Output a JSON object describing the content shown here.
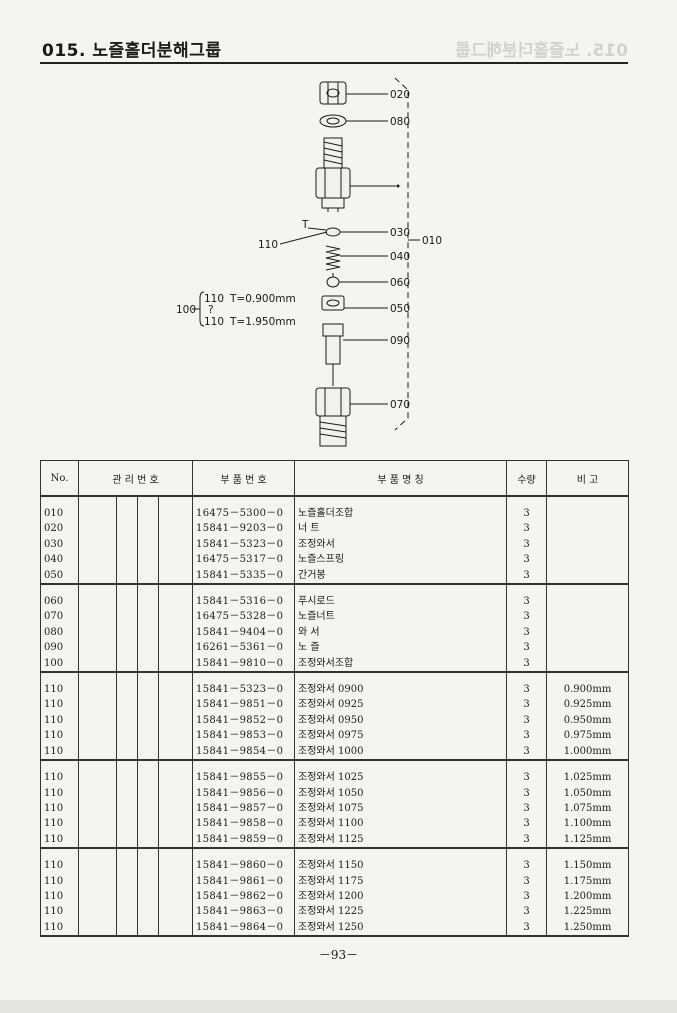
{
  "header": {
    "title": "015. 노즐홀더분해그룹"
  },
  "diagram": {
    "callouts": {
      "c020": "020",
      "c080": "080",
      "c030": "030",
      "c010": "010",
      "c040": "040",
      "c060": "060",
      "c050": "050",
      "c090": "090",
      "c070": "070",
      "c110": "110",
      "t_mark": "T",
      "c100": "100"
    },
    "thickness_notes": {
      "line1_code": "110",
      "line1_text": "T=0.900mm",
      "tilde": "?",
      "line2_code": "110",
      "line2_text": "T=1.950mm"
    }
  },
  "table": {
    "headers": {
      "no": "No.",
      "mgmt": "관 리 번 호",
      "part_number": "부 품 번 호",
      "part_name": "부 품 명 칭",
      "qty": "수량",
      "remark": "비 고"
    },
    "groups": [
      [
        {
          "no": "010",
          "pn": "16475－5300－0",
          "name": "노즐홀더조합",
          "qty": "3",
          "remark": ""
        },
        {
          "no": "020",
          "pn": "15841－9203－0",
          "name": "너 트",
          "qty": "3",
          "remark": ""
        },
        {
          "no": "030",
          "pn": "15841－5323－0",
          "name": "조정와서",
          "qty": "3",
          "remark": ""
        },
        {
          "no": "040",
          "pn": "16475－5317－0",
          "name": "노즐스프링",
          "qty": "3",
          "remark": ""
        },
        {
          "no": "050",
          "pn": "15841－5335－0",
          "name": "간거봉",
          "qty": "3",
          "remark": ""
        }
      ],
      [
        {
          "no": "060",
          "pn": "15841－5316－0",
          "name": "푸시로드",
          "qty": "3",
          "remark": ""
        },
        {
          "no": "070",
          "pn": "16475－5328－0",
          "name": "노즐너트",
          "qty": "3",
          "remark": ""
        },
        {
          "no": "080",
          "pn": "15841－9404－0",
          "name": "와 서",
          "qty": "3",
          "remark": ""
        },
        {
          "no": "090",
          "pn": "16261－5361－0",
          "name": "노 즐",
          "qty": "3",
          "remark": ""
        },
        {
          "no": "100",
          "pn": "15841－9810－0",
          "name": "조정와서조합",
          "qty": "3",
          "remark": ""
        }
      ],
      [
        {
          "no": "110",
          "pn": "15841－5323－0",
          "name": "조정와서 0900",
          "qty": "3",
          "remark": "0.900mm"
        },
        {
          "no": "110",
          "pn": "15841－9851－0",
          "name": "조정와서 0925",
          "qty": "3",
          "remark": "0.925mm"
        },
        {
          "no": "110",
          "pn": "15841－9852－0",
          "name": "조정와서 0950",
          "qty": "3",
          "remark": "0.950mm"
        },
        {
          "no": "110",
          "pn": "15841－9853－0",
          "name": "조정와서 0975",
          "qty": "3",
          "remark": "0.975mm"
        },
        {
          "no": "110",
          "pn": "15841－9854－0",
          "name": "조정와서 1000",
          "qty": "3",
          "remark": "1.000mm"
        }
      ],
      [
        {
          "no": "110",
          "pn": "15841－9855－0",
          "name": "조정와서 1025",
          "qty": "3",
          "remark": "1.025mm"
        },
        {
          "no": "110",
          "pn": "15841－9856－0",
          "name": "조정와서 1050",
          "qty": "3",
          "remark": "1.050mm"
        },
        {
          "no": "110",
          "pn": "15841－9857－0",
          "name": "조정와서 1075",
          "qty": "3",
          "remark": "1.075mm"
        },
        {
          "no": "110",
          "pn": "15841－9858－0",
          "name": "조정와서 1100",
          "qty": "3",
          "remark": "1.100mm"
        },
        {
          "no": "110",
          "pn": "15841－9859－0",
          "name": "조정와서 1125",
          "qty": "3",
          "remark": "1.125mm"
        }
      ],
      [
        {
          "no": "110",
          "pn": "15841－9860－0",
          "name": "조정와서 1150",
          "qty": "3",
          "remark": "1.150mm"
        },
        {
          "no": "110",
          "pn": "15841－9861－0",
          "name": "조정와서 1175",
          "qty": "3",
          "remark": "1.175mm"
        },
        {
          "no": "110",
          "pn": "15841－9862－0",
          "name": "조정와서 1200",
          "qty": "3",
          "remark": "1.200mm"
        },
        {
          "no": "110",
          "pn": "15841－9863－0",
          "name": "조정와서 1225",
          "qty": "3",
          "remark": "1.225mm"
        },
        {
          "no": "110",
          "pn": "15841－9864－0",
          "name": "조정와서 1250",
          "qty": "3",
          "remark": "1.250mm"
        }
      ]
    ]
  },
  "footer": {
    "page_number": "－93－"
  }
}
